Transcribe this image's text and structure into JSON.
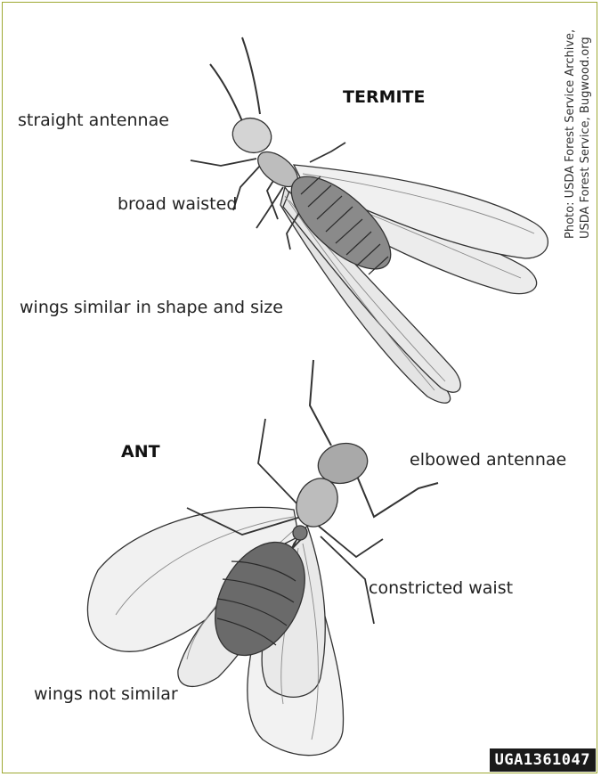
{
  "termite": {
    "title": "TERMITE",
    "labels": {
      "antennae": "straight antennae",
      "waist": "broad waisted",
      "wings": "wings similar in shape and size"
    }
  },
  "ant": {
    "title": "ANT",
    "labels": {
      "antennae": "elbowed antennae",
      "waist": "constricted waist",
      "wings": "wings not similar"
    }
  },
  "credit": {
    "line1": "Photo: USDA Forest Service Archive,",
    "line2": "USDA Forest Service, Bugwood.org"
  },
  "image_id": "UGA1361047"
}
